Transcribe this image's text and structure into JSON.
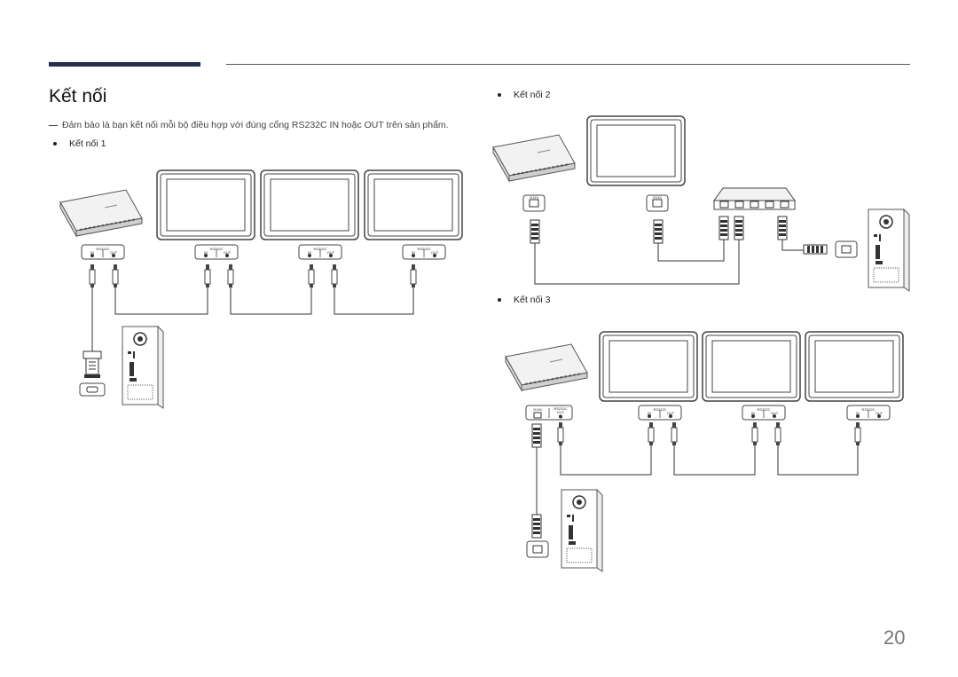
{
  "page": {
    "title": "Kết nối",
    "note": "Đảm bảo là bạn kết nối mỗi bộ điều hợp với đúng cổng RS232C IN hoặc OUT trên sản phẩm.",
    "page_number": "20"
  },
  "sections": {
    "connection1": "Kết nối 1",
    "connection2": "Kết nối 2",
    "connection3": "Kết nối 3"
  },
  "port_labels": {
    "rs232c": "RS232C",
    "in": "IN",
    "out": "OUT",
    "rj45": "RJ45"
  },
  "colors": {
    "accent_bar": "#262f4e",
    "line": "#333333"
  }
}
